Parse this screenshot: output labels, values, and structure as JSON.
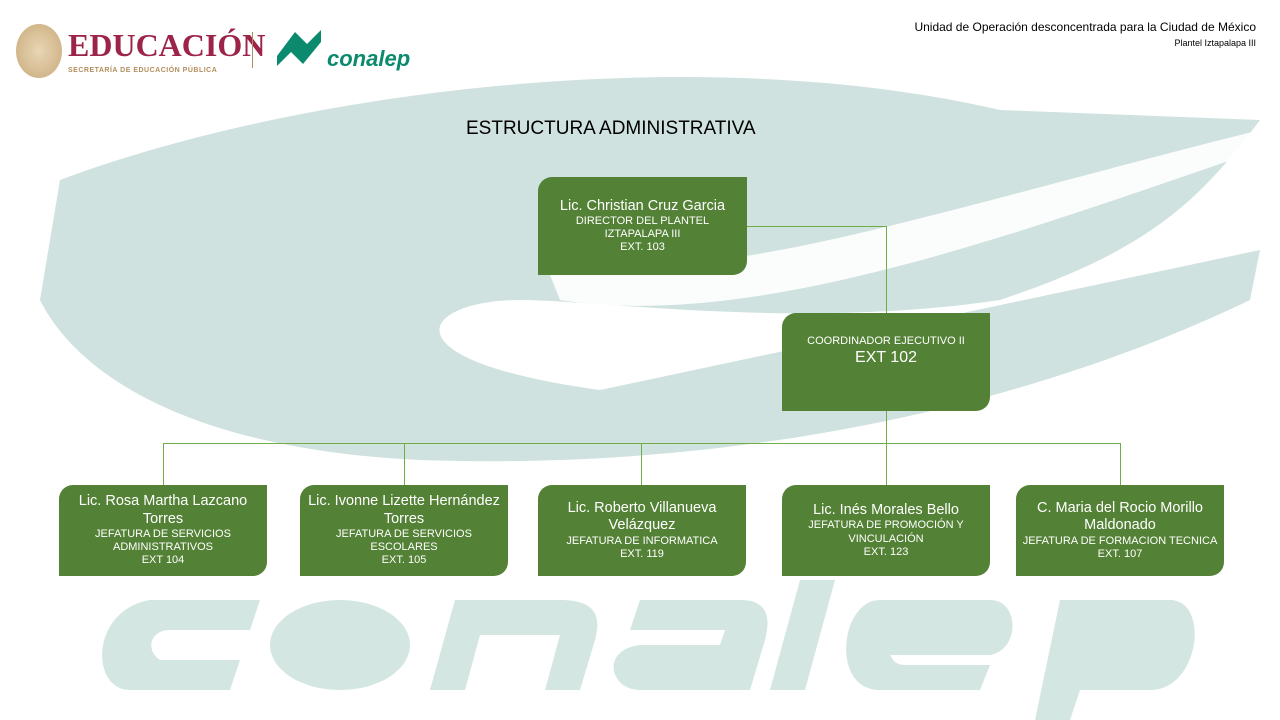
{
  "header": {
    "logo_educacion": "EDUCACIÓN",
    "logo_educacion_sub": "SECRETARÍA DE EDUCACIÓN PÚBLICA",
    "logo_conalep": "conalep",
    "unit": "Unidad de Operación  desconcentrada para la Ciudad de México",
    "plantel": "Plantel Iztapalapa III"
  },
  "title": "ESTRUCTURA ADMINISTRATIVA",
  "director": {
    "name": "Lic. Christian Cruz Garcia",
    "role": "DIRECTOR DEL PLANTEL",
    "role2": "IZTAPALAPA III",
    "ext": "EXT. 103"
  },
  "coordinator": {
    "role": "COORDINADOR EJECUTIVO  II",
    "ext": "EXT 102"
  },
  "departments": [
    {
      "name": "Lic. Rosa Martha Lazcano Torres",
      "role": "JEFATURA  DE SERVICIOS ADMINISTRATIVOS",
      "ext": "EXT 104"
    },
    {
      "name": "Lic. Ivonne Lizette Hernández Torres",
      "role": "JEFATURA  DE SERVICIOS ESCOLARES",
      "ext": "EXT. 105"
    },
    {
      "name": "Lic. Roberto Villanueva Velázquez",
      "role": "JEFATURA  DE INFORMATICA",
      "ext": "EXT. 119"
    },
    {
      "name": "Lic. Inés Morales Bello",
      "role": "JEFATURA  DE PROMOCIÓN Y VINCULACIÓN",
      "ext": "EXT. 123"
    },
    {
      "name": "C.  Maria del Rocio Morillo Maldonado",
      "role": "JEFATURA  DE FORMACION TECNICA",
      "ext": "EXT. 107"
    }
  ],
  "colors": {
    "box": "#538135",
    "line": "#70ad47",
    "watermark": "#cfe2df"
  }
}
